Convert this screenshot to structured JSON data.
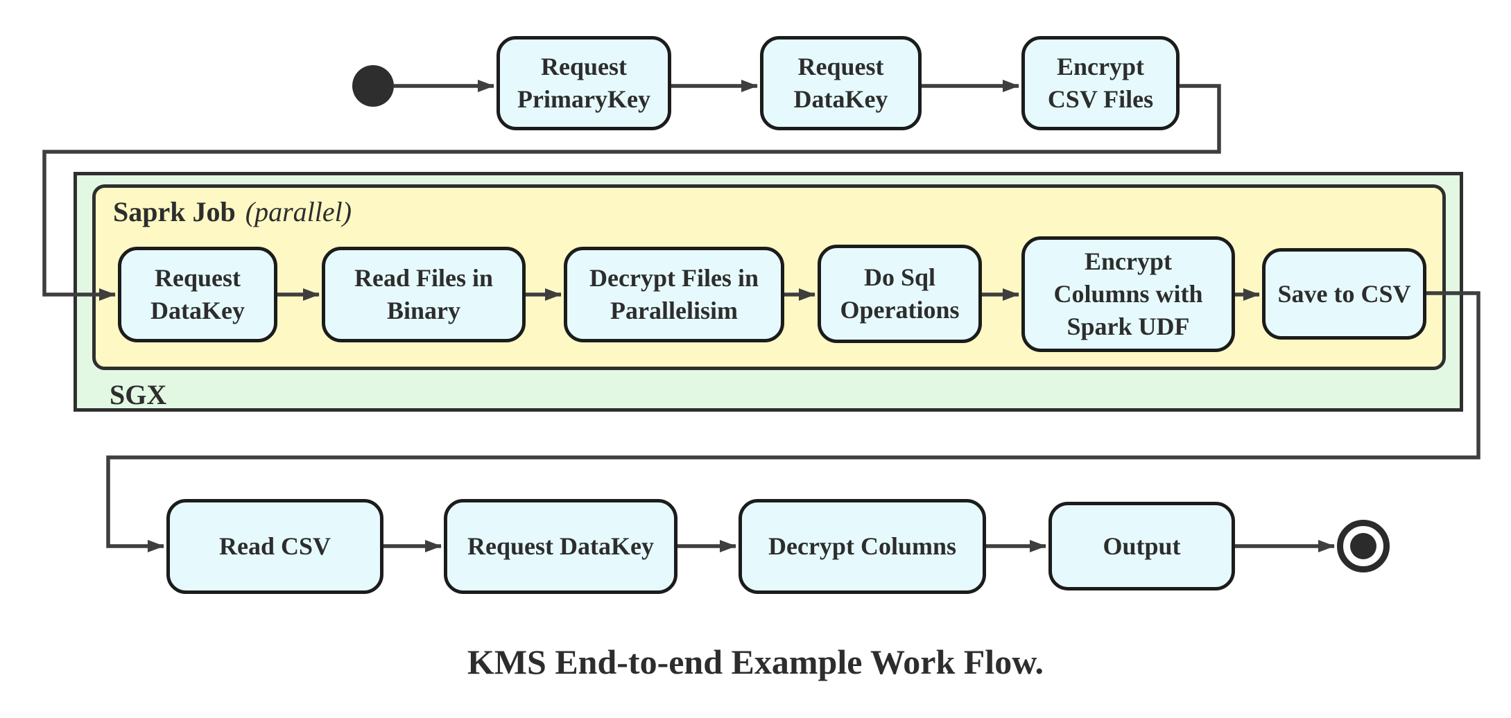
{
  "diagram": {
    "caption": "KMS End-to-end Example Work Flow.",
    "colors": {
      "node_fill": "#e6fafd",
      "node_border": "#1c1c1c",
      "spark_fill": "#fdf8c4",
      "sgx_fill": "#e2f8e3",
      "container_border": "#2f2f2f",
      "connector": "#3e3e3e",
      "text": "#2d2d2d"
    },
    "top_flow": [
      {
        "label": "Request\nPrimaryKey"
      },
      {
        "label": "Request\nDataKey"
      },
      {
        "label": "Encrypt\nCSV Files"
      }
    ],
    "sgx": {
      "label": "SGX",
      "spark_job": {
        "title": "Saprk Job",
        "title_note": "(parallel)",
        "nodes": [
          {
            "label": "Request\nDataKey"
          },
          {
            "label": "Read Files in\nBinary"
          },
          {
            "label": "Decrypt Files in\nParallelisim"
          },
          {
            "label": "Do Sql\nOperations"
          },
          {
            "label": "Encrypt\nColumns with\nSpark UDF"
          },
          {
            "label": "Save to CSV"
          }
        ]
      }
    },
    "bottom_flow": [
      {
        "label": "Read CSV"
      },
      {
        "label": "Request DataKey"
      },
      {
        "label": "Decrypt Columns"
      },
      {
        "label": "Output"
      }
    ]
  }
}
